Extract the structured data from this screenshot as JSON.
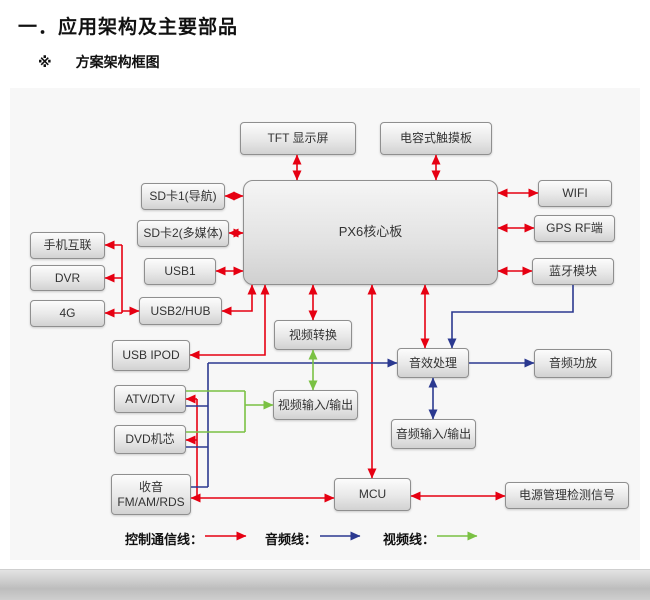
{
  "page": {
    "title": "一．应用架构及主要部品",
    "subtitle_marker": "※",
    "subtitle": "方案架构框图"
  },
  "nodes": {
    "tft": "TFT 显示屏",
    "touch_panel": "电容式触摸板",
    "px6": "PX6核心板",
    "sd1": "SD卡1(导航)",
    "sd2": "SD卡2(多媒体)",
    "usb1": "USB1",
    "usb2_hub": "USB2/HUB",
    "phone_link": "手机互联",
    "dvr": "DVR",
    "four_g": "4G",
    "wifi": "WIFI",
    "gps": "GPS RF端",
    "bluetooth": "蓝牙模块",
    "video_convert": "视频转换",
    "usb_ipod": "USB IPOD",
    "atv_dtv": "ATV/DTV",
    "dvd": "DVD机芯",
    "radio": "收音\nFM/AM/RDS",
    "video_io": "视频输入/输出",
    "audio_dsp": "音效处理",
    "audio_amp": "音频功放",
    "audio_io": "音频输入/输出",
    "mcu": "MCU",
    "power_mgmt": "电源管理检测信号"
  },
  "legend": {
    "control": "控制通信线：",
    "audio": "音频线：",
    "video": "视频线："
  },
  "colors": {
    "control_line": "#e60012",
    "audio_line": "#2b3990",
    "video_line": "#7ac143"
  }
}
